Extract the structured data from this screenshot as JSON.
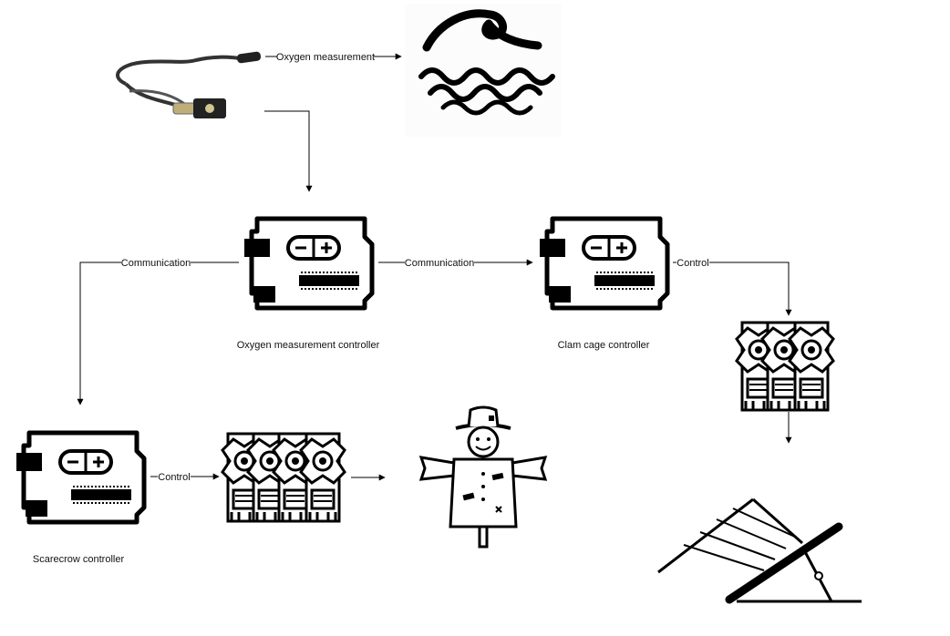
{
  "edges": {
    "oxygen_measurement": "Oxygen measurement",
    "comm_left": "Communication",
    "comm_right": "Communication",
    "control_clam": "Control",
    "control_scarecrow": "Control"
  },
  "nodes": {
    "oxygen_controller": "Oxygen measurement controller",
    "clam_controller": "Clam cage controller",
    "scarecrow_controller": "Scarecrow controller"
  },
  "icons": {
    "sensor": "oxygen-sensor-probe-icon",
    "water": "water-waves-icon",
    "board": "arduino-board-icon",
    "servo": "servo-motor-icon",
    "scarecrow": "scarecrow-icon",
    "cage": "clam-cage-icon"
  }
}
